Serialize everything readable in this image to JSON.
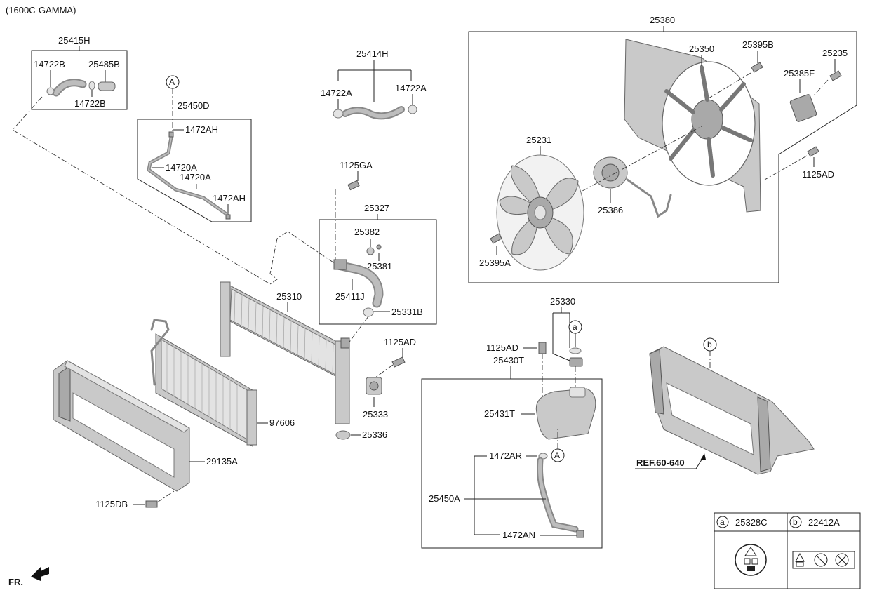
{
  "engine_note": "(1600C-GAMMA)",
  "labels": {
    "p25415H": "25415H",
    "p14722B_a": "14722B",
    "p25485B": "25485B",
    "p14722B_b": "14722B",
    "ref_a_top": "A",
    "p25450D": "25450D",
    "p1472AH_a": "1472AH",
    "p14720A_a": "14720A",
    "p14720A_b": "14720A",
    "p1472AH_b": "1472AH",
    "p25414H": "25414H",
    "p14722A_a": "14722A",
    "p14722A_b": "14722A",
    "p1125GA": "1125GA",
    "p25327": "25327",
    "p25382": "25382",
    "p25381": "25381",
    "p25411J": "25411J",
    "p25331B": "25331B",
    "p25310": "25310",
    "p1125AD_a": "1125AD",
    "p25333": "25333",
    "p25336": "25336",
    "p97606": "97606",
    "p29135A": "29135A",
    "p1125DB": "1125DB",
    "p25380": "25380",
    "p25350": "25350",
    "p25395B": "25395B",
    "p25235": "25235",
    "p25385F": "25385F",
    "p25231": "25231",
    "p25386": "25386",
    "p1125AD_b": "1125AD",
    "p25395A": "25395A",
    "p25330": "25330",
    "ref_a_mid": "a",
    "p1125AD_c": "1125AD",
    "p25430T": "25430T",
    "p25431T": "25431T",
    "p1472AR": "1472AR",
    "ref_a_bottle": "A",
    "p25450A": "25450A",
    "p1472AN": "1472AN",
    "ref_b": "b",
    "ref_note": "REF.60-640",
    "fr": "FR."
  },
  "legend": {
    "a_marker": "a",
    "a_part": "25328C",
    "b_marker": "b",
    "b_part": "22412A"
  },
  "icons": {
    "front_arrow": "front-direction-arrow-icon",
    "legend_a": "coolant-cap-warning-icon",
    "legend_b": "fan-warning-labels-icon"
  }
}
